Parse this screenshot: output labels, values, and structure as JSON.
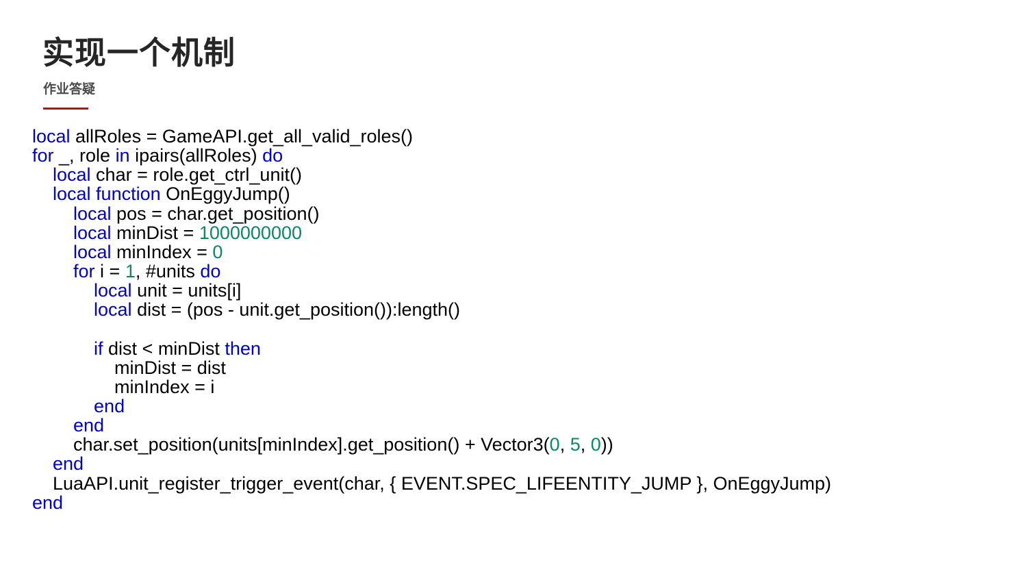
{
  "slide": {
    "title": "实现一个机制",
    "subtitle": "作业答疑",
    "accent_color": "#a31a1a"
  },
  "code": {
    "language": "lua",
    "colors": {
      "keyword": "#0000cc",
      "number": "#0a8a5f",
      "plain": "#000000"
    },
    "lines": [
      [
        {
          "t": "kw",
          "v": "local"
        },
        {
          "t": "pl",
          "v": " allRoles = GameAPI.get_all_valid_roles()"
        }
      ],
      [
        {
          "t": "kw",
          "v": "for"
        },
        {
          "t": "pl",
          "v": " _, role "
        },
        {
          "t": "kw",
          "v": "in"
        },
        {
          "t": "pl",
          "v": " ipairs(allRoles) "
        },
        {
          "t": "kw",
          "v": "do"
        }
      ],
      [
        {
          "t": "pl",
          "v": "    "
        },
        {
          "t": "kw",
          "v": "local"
        },
        {
          "t": "pl",
          "v": " char = role.get_ctrl_unit()"
        }
      ],
      [
        {
          "t": "pl",
          "v": "    "
        },
        {
          "t": "kw",
          "v": "local function"
        },
        {
          "t": "pl",
          "v": " OnEggyJump()"
        }
      ],
      [
        {
          "t": "pl",
          "v": "        "
        },
        {
          "t": "kw",
          "v": "local"
        },
        {
          "t": "pl",
          "v": " pos = char.get_position()"
        }
      ],
      [
        {
          "t": "pl",
          "v": "        "
        },
        {
          "t": "kw",
          "v": "local"
        },
        {
          "t": "pl",
          "v": " minDist = "
        },
        {
          "t": "num",
          "v": "1000000000"
        }
      ],
      [
        {
          "t": "pl",
          "v": "        "
        },
        {
          "t": "kw",
          "v": "local"
        },
        {
          "t": "pl",
          "v": " minIndex = "
        },
        {
          "t": "num",
          "v": "0"
        }
      ],
      [
        {
          "t": "pl",
          "v": "        "
        },
        {
          "t": "kw",
          "v": "for"
        },
        {
          "t": "pl",
          "v": " i = "
        },
        {
          "t": "num",
          "v": "1"
        },
        {
          "t": "pl",
          "v": ", #units "
        },
        {
          "t": "kw",
          "v": "do"
        }
      ],
      [
        {
          "t": "pl",
          "v": "            "
        },
        {
          "t": "kw",
          "v": "local"
        },
        {
          "t": "pl",
          "v": " unit = units[i]"
        }
      ],
      [
        {
          "t": "pl",
          "v": "            "
        },
        {
          "t": "kw",
          "v": "local"
        },
        {
          "t": "pl",
          "v": " dist = (pos - unit.get_position()):length()"
        }
      ],
      [
        {
          "t": "pl",
          "v": ""
        }
      ],
      [
        {
          "t": "pl",
          "v": "            "
        },
        {
          "t": "kw",
          "v": "if"
        },
        {
          "t": "pl",
          "v": " dist < minDist "
        },
        {
          "t": "kw",
          "v": "then"
        }
      ],
      [
        {
          "t": "pl",
          "v": "                minDist = dist"
        }
      ],
      [
        {
          "t": "pl",
          "v": "                minIndex = i"
        }
      ],
      [
        {
          "t": "pl",
          "v": "            "
        },
        {
          "t": "kw",
          "v": "end"
        }
      ],
      [
        {
          "t": "pl",
          "v": "        "
        },
        {
          "t": "kw",
          "v": "end"
        }
      ],
      [
        {
          "t": "pl",
          "v": "        char.set_position(units[minIndex].get_position() + Vector3("
        },
        {
          "t": "num",
          "v": "0"
        },
        {
          "t": "pl",
          "v": ", "
        },
        {
          "t": "num",
          "v": "5"
        },
        {
          "t": "pl",
          "v": ", "
        },
        {
          "t": "num",
          "v": "0"
        },
        {
          "t": "pl",
          "v": "))"
        }
      ],
      [
        {
          "t": "pl",
          "v": "    "
        },
        {
          "t": "kw",
          "v": "end"
        }
      ],
      [
        {
          "t": "pl",
          "v": "    LuaAPI.unit_register_trigger_event(char, { EVENT.SPEC_LIFEENTITY_JUMP }, OnEggyJump)"
        }
      ],
      [
        {
          "t": "kw",
          "v": "end"
        }
      ]
    ]
  }
}
